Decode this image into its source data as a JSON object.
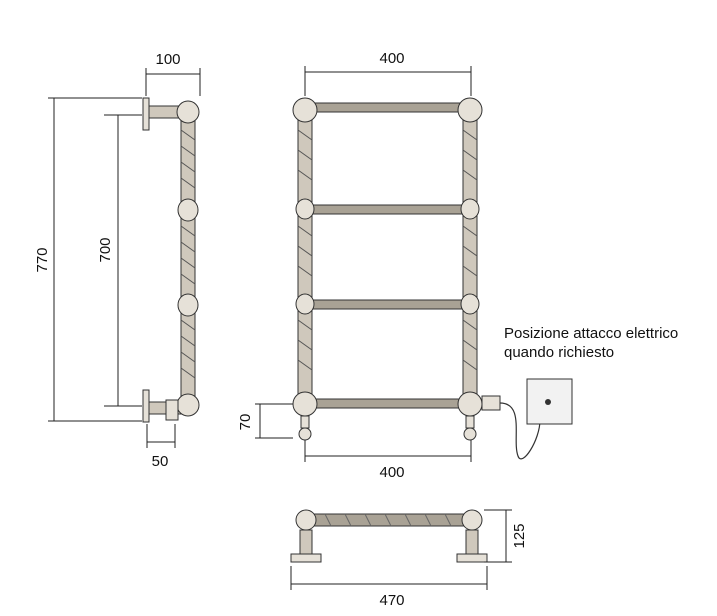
{
  "dimensions": {
    "side_top_width": "100",
    "side_total_height": "770",
    "side_center_height": "700",
    "side_bottom_width": "50",
    "front_top_width": "400",
    "front_bottom_width": "400",
    "front_valve_height": "70",
    "base_height": "125",
    "base_width": "470"
  },
  "note": {
    "line1": "Posizione attacco elettrico",
    "line2": "quando richiesto"
  }
}
